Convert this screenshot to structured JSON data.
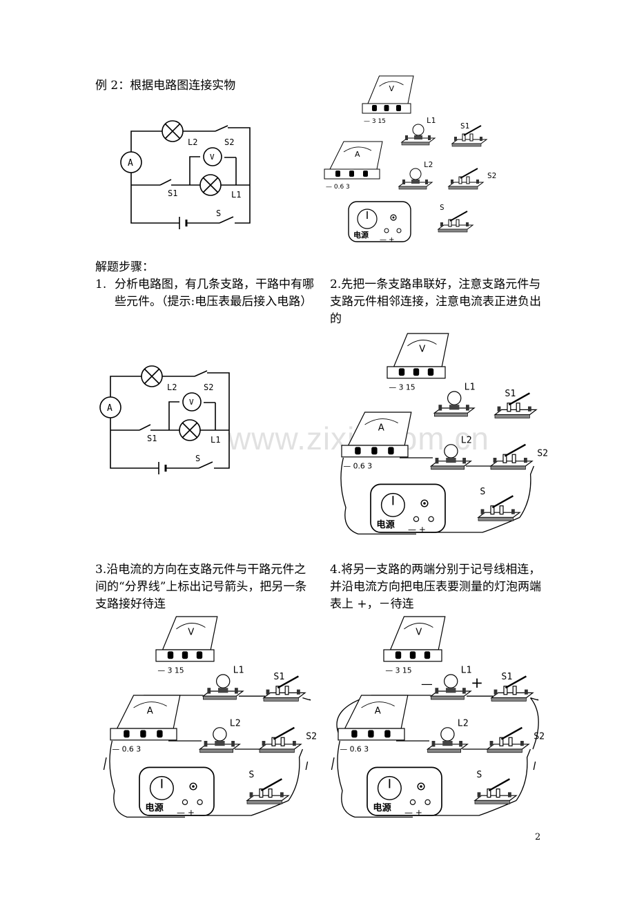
{
  "example_title": "例 2：根据电路图连接实物",
  "steps_heading": "解题步骤：",
  "steps": [
    {
      "num": "1.",
      "text": "分析电路图，有几条支路，干路中有哪些元件。（提示:电压表最后接入电路）"
    },
    {
      "num": "",
      "text": "2.先把一条支路串联好，注意支路元件与支路元件相邻连接，注意电流表正进负出的"
    },
    {
      "num": "",
      "text": "3.沿电流的方向在支路元件与干路元件之间的“分界线”上标出记号箭头，把另一条支路接好待连"
    },
    {
      "num": "",
      "text": "4.将另一支路的两端分别于记号线相连，并沿电流方向把电压表要测量的灯泡两端表上 +，－待连"
    }
  ],
  "schematic": {
    "ammeter": "A",
    "voltmeter": "V",
    "lamp1": "L1",
    "lamp2": "L2",
    "switch1": "S1",
    "switch2": "S2",
    "main_switch": "S"
  },
  "apparatus": {
    "voltmeter_face": "V",
    "voltmeter_scale": "—  3  15",
    "ammeter_face": "A",
    "ammeter_scale": "—  0.6  3",
    "lamp1": "L1",
    "lamp2": "L2",
    "switch1": "S1",
    "switch2": "S2",
    "main_switch": "S",
    "power_label": "电源",
    "power_terminals": "—  +",
    "plus_mark": "+",
    "minus_mark": "—"
  },
  "watermark": "www.zixin.com.cn",
  "page_number": "2"
}
